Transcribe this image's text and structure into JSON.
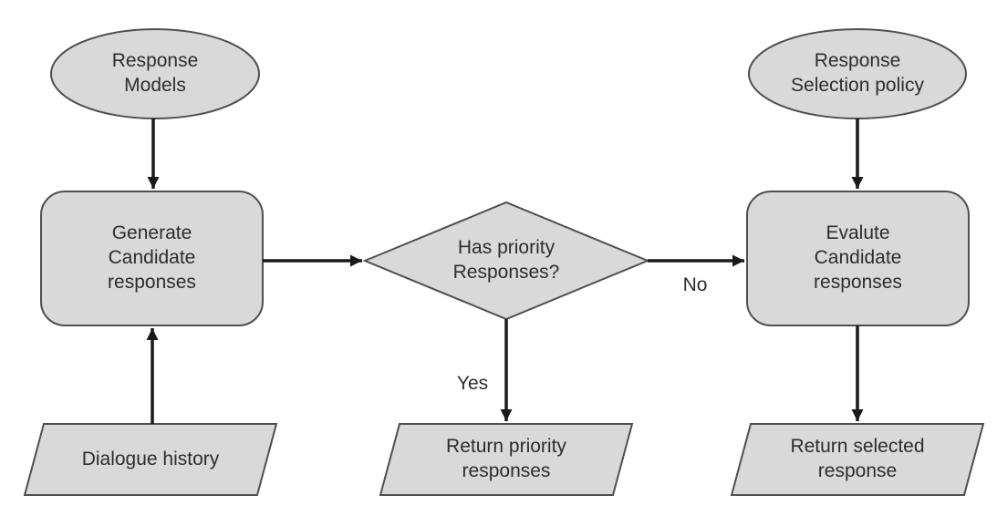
{
  "diagram": {
    "type": "flowchart",
    "colors": {
      "background": "#ffffff",
      "shape_fill": "#d9d9d9",
      "shape_border": "#4f4f4f",
      "arrow": "#1a1a1a",
      "text": "#2d2d2d"
    },
    "nodes": {
      "response_models": {
        "type": "ellipse",
        "label": "Response\nModels"
      },
      "response_selection_policy": {
        "type": "ellipse",
        "label": "Response\nSelection policy"
      },
      "generate_candidate_responses": {
        "type": "process",
        "label": "Generate\nCandidate\nresponses"
      },
      "has_priority_responses": {
        "type": "decision",
        "label": "Has priority\nResponses?"
      },
      "evalute_candidate_responses": {
        "type": "process",
        "label": "Evalute\nCandidate\nresponses"
      },
      "dialogue_history": {
        "type": "input-output",
        "label": "Dialogue history"
      },
      "return_priority_responses": {
        "type": "input-output",
        "label": "Return priority\nresponses"
      },
      "return_selected_response": {
        "type": "input-output",
        "label": "Return selected\nresponse"
      }
    },
    "edges": [
      {
        "from": "response_models",
        "to": "generate_candidate_responses",
        "label": ""
      },
      {
        "from": "response_selection_policy",
        "to": "evalute_candidate_responses",
        "label": ""
      },
      {
        "from": "dialogue_history",
        "to": "generate_candidate_responses",
        "label": ""
      },
      {
        "from": "generate_candidate_responses",
        "to": "has_priority_responses",
        "label": ""
      },
      {
        "from": "has_priority_responses",
        "to": "return_priority_responses",
        "label": "Yes"
      },
      {
        "from": "has_priority_responses",
        "to": "evalute_candidate_responses",
        "label": "No"
      },
      {
        "from": "evalute_candidate_responses",
        "to": "return_selected_response",
        "label": ""
      }
    ]
  }
}
